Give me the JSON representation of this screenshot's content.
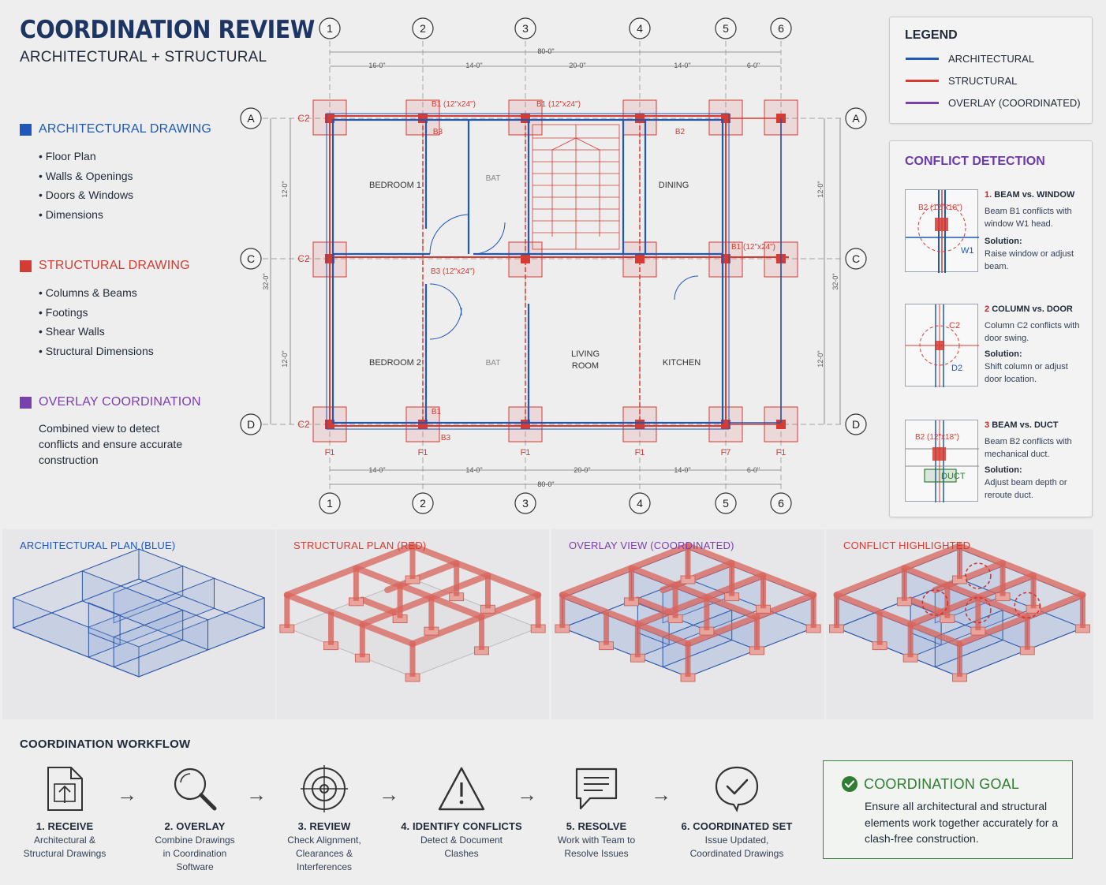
{
  "header": {
    "title": "COORDINATION REVIEW",
    "subtitle": "ARCHITECTURAL + STRUCTURAL"
  },
  "colors": {
    "architectural": "#1e58b8",
    "structural": "#d63b32",
    "overlay": "#7b3fae",
    "title_navy": "#1d3563",
    "goal_green": "#2e7d32"
  },
  "sections": {
    "architectural": {
      "title": "ARCHITECTURAL DRAWING",
      "items": [
        "Floor Plan",
        "Walls & Openings",
        "Doors & Windows",
        "Dimensions"
      ]
    },
    "structural": {
      "title": "STRUCTURAL DRAWING",
      "items": [
        "Columns & Beams",
        "Footings",
        "Shear Walls",
        "Structural Dimensions"
      ]
    },
    "overlay": {
      "title": "OVERLAY COORDINATION",
      "description": "Combined view to detect conflicts and ensure accurate construction"
    }
  },
  "plan": {
    "grid_columns": [
      "1",
      "2",
      "3",
      "4",
      "5",
      "6"
    ],
    "grid_rows": [
      "A",
      "C",
      "C",
      "D"
    ],
    "column_tags": [
      "C2",
      "C2",
      "C2"
    ],
    "footing_tags": [
      "F1",
      "F1",
      "F1",
      "F1",
      "F7",
      "F1"
    ],
    "overall_width": "80-0\"",
    "top_dims": [
      "16-0\"",
      "14-0\"",
      "20-0\"",
      "14-0\"",
      "6-0\""
    ],
    "bottom_dims": [
      "14-0\"",
      "14-0\"",
      "20-0\"",
      "14-0\"",
      "6-0\""
    ],
    "bottom_overall": "80-0\"",
    "left_dims": [
      "12-0\"",
      "32-0\"",
      "12-0\""
    ],
    "right_dims": [
      "12-0\"",
      "32-0\"",
      "12-0\""
    ],
    "beam_labels": [
      "B1 (12\"x24\")",
      "B1 (12\"x24\")",
      "B3",
      "B3 (12\"x24\")",
      "B1 (12\"x24\")",
      "B1",
      "B3",
      "B2"
    ],
    "rooms": {
      "bedroom1": "BEDROOM 1",
      "bedroom2": "BEDROOM 2",
      "dining": "DINING",
      "living_line1": "LIVING",
      "living_line2": "ROOM",
      "kitchen": "KITCHEN",
      "bath1": "BAT",
      "bath2": "BAT"
    }
  },
  "legend": {
    "title": "LEGEND",
    "items": [
      {
        "label": "ARCHITECTURAL",
        "color": "#1e58b8"
      },
      {
        "label": "STRUCTURAL",
        "color": "#d63b32"
      },
      {
        "label": "OVERLAY (COORDINATED)",
        "color": "#7b3fae"
      }
    ]
  },
  "conflict_detection": {
    "title": "CONFLICT DETECTION",
    "solution_label": "Solution:",
    "items": [
      {
        "number": "1.",
        "title": "BEAM vs. WINDOW",
        "description": "Beam B1 conflicts with window W1 head.",
        "solution": "Raise window or adjust beam.",
        "thumb_label": "B2 (12\"x18\")",
        "thumb_tag": "W1"
      },
      {
        "number": "2",
        "title": "COLUMN vs. DOOR",
        "description": "Column C2 conflicts with door swing.",
        "solution": "Shift column or adjust door location.",
        "thumb_label": "C2",
        "thumb_tag": "D2"
      },
      {
        "number": "3",
        "title": "BEAM vs. DUCT",
        "description": "Beam B2 conflicts with mechanical duct.",
        "solution": "Adjust beam depth or reroute duct.",
        "thumb_label": "B2 (12\"x18\")",
        "thumb_tag": "DUCT"
      }
    ]
  },
  "views": [
    {
      "label": "ARCHITECTURAL PLAN (BLUE)",
      "color": "#1e58b8"
    },
    {
      "label": "STRUCTURAL PLAN (RED)",
      "color": "#d63b32"
    },
    {
      "label": "OVERLAY VIEW (COORDINATED)",
      "color": "#7b3fae"
    },
    {
      "label": "CONFLICT HIGHLIGHTED",
      "color": "#d63b32"
    }
  ],
  "workflow": {
    "title": "COORDINATION WORKFLOW",
    "steps": [
      {
        "title": "1. RECEIVE",
        "description": "Architectural &\nStructural Drawings",
        "icon": "document-icon"
      },
      {
        "title": "2. OVERLAY",
        "description": "Combine Drawings\nin Coordination\nSoftware",
        "icon": "magnifier-icon"
      },
      {
        "title": "3. REVIEW",
        "description": "Check Alignment,\nClearances &\nInterferences",
        "icon": "target-icon"
      },
      {
        "title": "4. IDENTIFY CONFLICTS",
        "description": "Detect & Document\nClashes",
        "icon": "warning-icon"
      },
      {
        "title": "5. RESOLVE",
        "description": "Work with Team to\nResolve Issues",
        "icon": "chat-icon"
      },
      {
        "title": "6. COORDINATED SET",
        "description": "Issue Updated,\nCoordinated Drawings",
        "icon": "check-badge-icon"
      }
    ]
  },
  "goal": {
    "title": "COORDINATION GOAL",
    "description": "Ensure all architectural and structural elements work together accurately for a clash-free construction."
  }
}
